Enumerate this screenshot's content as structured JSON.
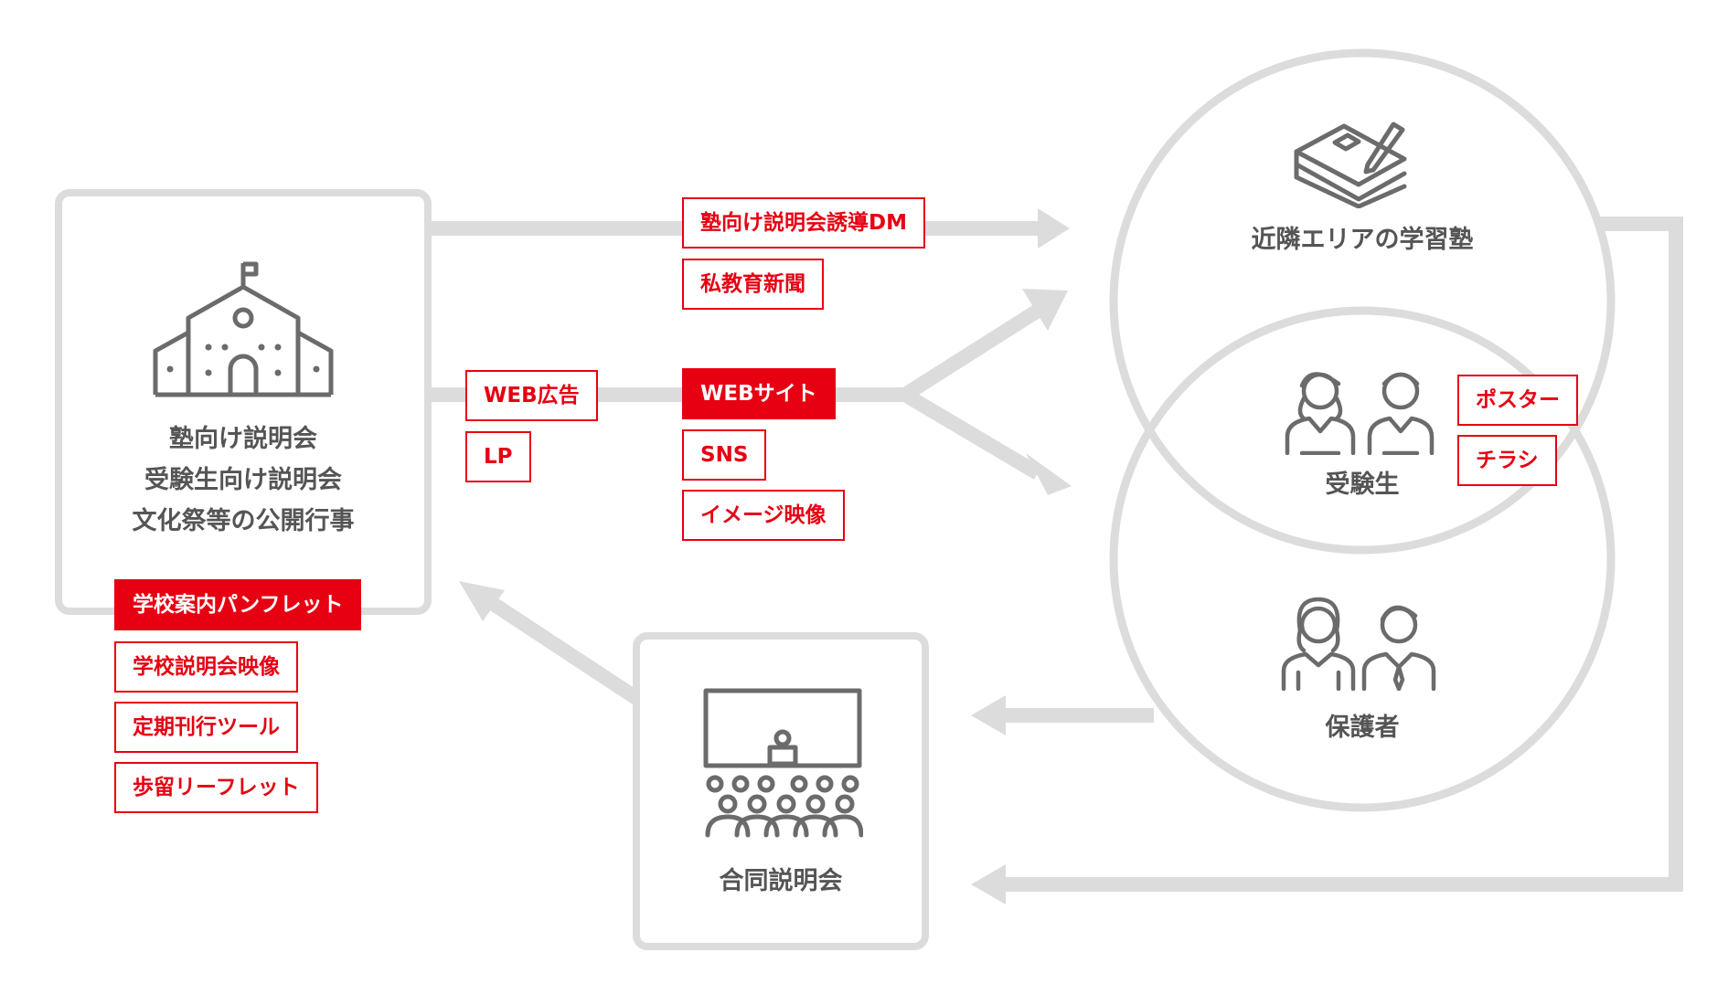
{
  "colors": {
    "accent": "#e60012",
    "line": "#dcdcdc",
    "icon": "#6b6b6b",
    "text": "#555555"
  },
  "school": {
    "lines": [
      "塾向け説明会",
      "受験生向け説明会",
      "文化祭等の公開行事"
    ],
    "icon": "school-building-icon"
  },
  "school_tags": [
    "学校案内パンフレット",
    "学校説明会映像",
    "定期刊行ツール",
    "歩留リーフレット"
  ],
  "joint": {
    "label": "合同説明会",
    "icon": "seminar-audience-icon"
  },
  "cram": {
    "label": "近隣エリアの学習塾",
    "icon": "books-pencil-icon"
  },
  "students": {
    "label": "受験生",
    "icon": "students-icon"
  },
  "parents": {
    "label": "保護者",
    "icon": "parents-icon"
  },
  "top_tags": [
    "塾向け説明会誘導DM",
    "私教育新聞"
  ],
  "web_left_tags": [
    "WEB広告",
    "LP"
  ],
  "web_center_tags": [
    "WEBサイト",
    "SNS",
    "イメージ映像"
  ],
  "student_tags": [
    "ポスター",
    "チラシ"
  ]
}
